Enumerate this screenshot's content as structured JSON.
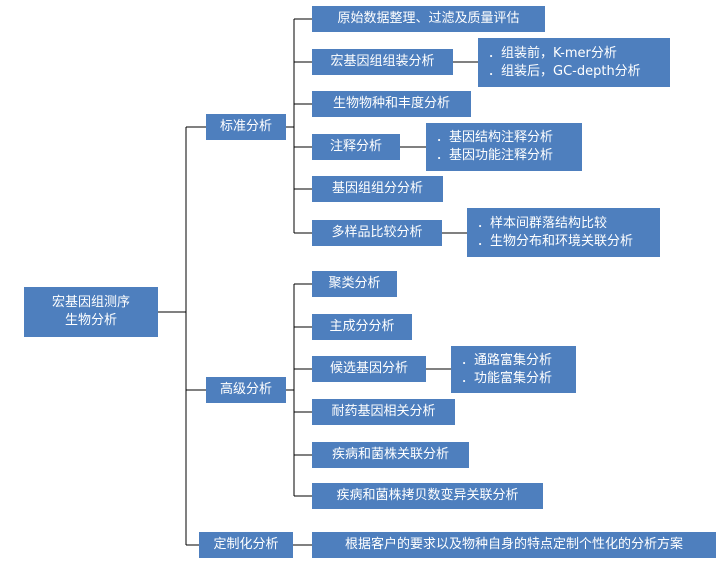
{
  "colors": {
    "box": "#4e7fbe",
    "text": "#ffffff",
    "line": "#000000"
  },
  "root": {
    "line1": "宏基因组测序",
    "line2": "生物分析"
  },
  "branches": {
    "standard": {
      "label": "标准分析",
      "items": [
        {
          "label": "原始数据整理、过滤及质量评估"
        },
        {
          "label": "宏基因组组装分析",
          "details": [
            "．组装前，K-mer分析",
            "．组装后，GC-depth分析"
          ]
        },
        {
          "label": "生物物种和丰度分析"
        },
        {
          "label": "注释分析",
          "details": [
            "．基因结构注释分析",
            "．基因功能注释分析"
          ]
        },
        {
          "label": "基因组组分分析"
        },
        {
          "label": "多样品比较分析",
          "details": [
            "．样本间群落结构比较",
            "．生物分布和环境关联分析"
          ]
        }
      ]
    },
    "advanced": {
      "label": "高级分析",
      "items": [
        {
          "label": "聚类分析"
        },
        {
          "label": "主成分分析"
        },
        {
          "label": "候选基因分析",
          "details": [
            "．通路富集分析",
            "．功能富集分析"
          ]
        },
        {
          "label": "耐药基因相关分析"
        },
        {
          "label": "疾病和菌株关联分析"
        },
        {
          "label": "疾病和菌株拷贝数变异关联分析"
        }
      ]
    },
    "custom": {
      "label": "定制化分析",
      "items": [
        {
          "label": "根据客户的要求以及物种自身的特点定制个性化的分析方案"
        }
      ]
    }
  }
}
